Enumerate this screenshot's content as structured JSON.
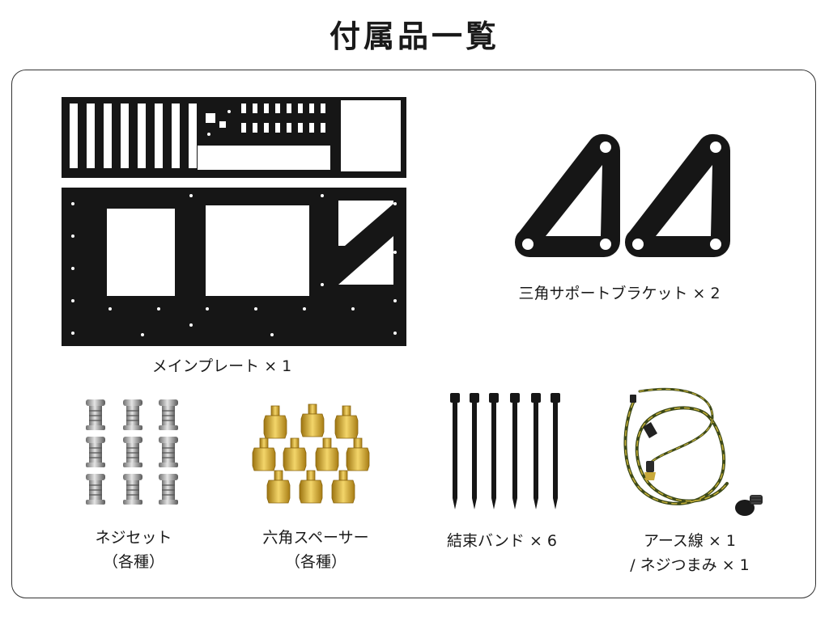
{
  "title": "付属品一覧",
  "items": {
    "main_plate": {
      "label": "メインプレート × 1"
    },
    "support_bracket": {
      "label": "三角サポートブラケット × 2"
    },
    "screws": {
      "label_line1": "ネジセット",
      "label_line2": "（各種）"
    },
    "spacers": {
      "label_line1": "六角スペーサー",
      "label_line2": "（各種）"
    },
    "cable_ties": {
      "label": "結束バンド × 6"
    },
    "ground_wire": {
      "label_line1": "アース線 × 1",
      "label_line2": "/ ネジつまみ × 1"
    }
  },
  "colors": {
    "plate": "#161616",
    "brass": "#d4a82a",
    "steel": "#b8b8b8",
    "wire_green": "#4a5a1c",
    "wire_yellow": "#c9b23a"
  }
}
